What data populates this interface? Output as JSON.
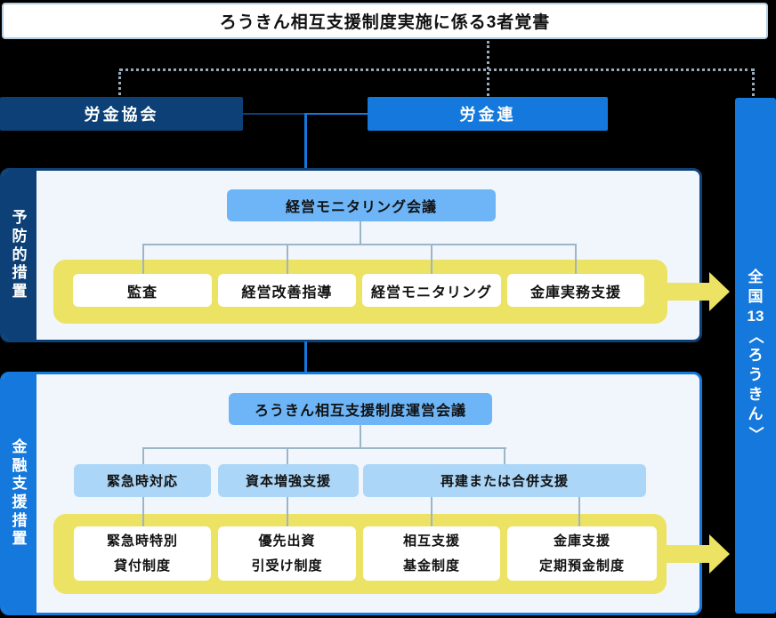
{
  "title": "ろうきん相互支援制度実施に係る3者覚書",
  "organizations": {
    "association": "労金協会",
    "federation": "労金連"
  },
  "destination": [
    "全",
    "国",
    "13",
    "〈",
    "ろ",
    "う",
    "き",
    "ん",
    "〉"
  ],
  "sections": {
    "preventive": {
      "label": "予防的措置",
      "meeting": "経営モニタリング会議",
      "measures": [
        "監査",
        "経営改善指導",
        "経営モニタリング",
        "金庫実務支援"
      ]
    },
    "financial": {
      "label": "金融支援措置",
      "meeting": "ろうきん相互支援制度運営会議",
      "categories": [
        "緊急時対応",
        "資本増強支援",
        "再建または合併支援"
      ],
      "measures": [
        [
          "緊急時特別",
          "貸付制度"
        ],
        [
          "優先出資",
          "引受け制度"
        ],
        [
          "相互支援",
          "基金制度"
        ],
        [
          "金庫支援",
          "定期預金制度"
        ]
      ]
    }
  },
  "colors": {
    "background": "#000000",
    "navy": "#0c4076",
    "blue": "#1478dc",
    "medium_blue": "#6db5f6",
    "pale_blue": "#abd6f7",
    "yellow": "#ece263",
    "panel_bg": "#f1f6fc",
    "line": "#9db5c8",
    "dotted": "#9aa9b8"
  }
}
